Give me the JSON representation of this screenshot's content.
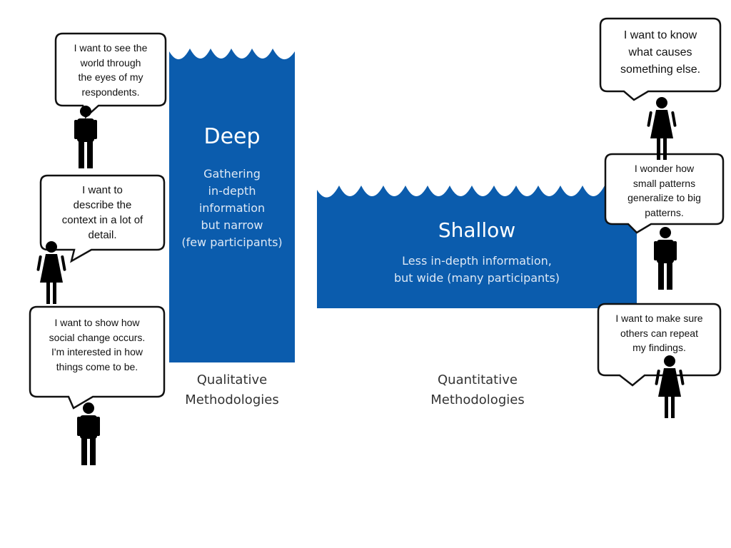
{
  "colors": {
    "water": "#0b5cad",
    "water_text": "#ffffff",
    "bubble_border": "#111111",
    "figure": "#000000"
  },
  "deep": {
    "title": "Deep",
    "subtitle": "Gathering\nin-depth\ninformation\nbut narrow\n(few participants)"
  },
  "shallow": {
    "title": "Shallow",
    "subtitle": "Less in-depth information,\nbut wide (many participants)"
  },
  "labels": {
    "qualitative": "Qualitative\nMethodologies",
    "quantitative": "Quantitative\nMethodologies"
  },
  "left_people": [
    {
      "figure": "man-icon",
      "quote": "I want to see the\nworld through\nthe eyes of my\nrespondents."
    },
    {
      "figure": "woman-icon",
      "quote": "I want to\ndescribe the\ncontext in a lot of\ndetail."
    },
    {
      "figure": "man-icon",
      "quote": "I want to show how\nsocial change occurs.\nI'm interested in how\nthings come to be."
    }
  ],
  "right_people": [
    {
      "figure": "woman-icon",
      "quote": "I want to know\nwhat causes\nsomething else."
    },
    {
      "figure": "man-icon",
      "quote": "I wonder how\nsmall patterns\ngeneralize to big\npatterns."
    },
    {
      "figure": "woman-icon",
      "quote": "I want to make sure\nothers can repeat\nmy findings."
    }
  ]
}
